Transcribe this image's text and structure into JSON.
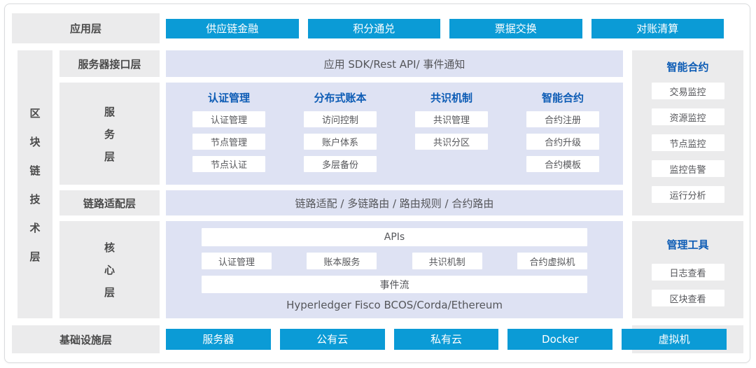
{
  "colors": {
    "accent_blue": "#0b9bd6",
    "header_blue": "#0d5cb5",
    "panel_gray": "#ebebec",
    "panel_lavender": "#dee2f3",
    "text_dark": "#4a4a4a"
  },
  "app_layer": {
    "label": "应用层",
    "buttons": [
      "供应链金融",
      "积分通兑",
      "票据交换",
      "对账清算"
    ]
  },
  "tech_layer": {
    "label": "区块链技术层",
    "rows": {
      "interface": {
        "label": "服务器接口层",
        "content": "应用 SDK/Rest API/ 事件通知"
      },
      "service": {
        "label": "服务层",
        "columns": [
          {
            "header": "认证管理",
            "items": [
              "认证管理",
              "节点管理",
              "节点认证"
            ]
          },
          {
            "header": "分布式账本",
            "items": [
              "访问控制",
              "账户体系",
              "多层备份"
            ]
          },
          {
            "header": "共识机制",
            "items": [
              "共识管理",
              "共识分区"
            ]
          },
          {
            "header": "智能合约",
            "items": [
              "合约注册",
              "合约升级",
              "合约模板"
            ]
          }
        ]
      },
      "link": {
        "label": "链路适配层",
        "content": "链路适配 / 多链路由 / 路由规则 / 合约路由"
      },
      "core": {
        "label": "核心层",
        "apis_bar": "APIs",
        "modules": [
          "认证管理",
          "账本服务",
          "共识机制",
          "合约虚拟机"
        ],
        "event_bar": "事件流",
        "platforms": "Hyperledger Fisco BCOS/Corda/Ethereum"
      }
    }
  },
  "right_column": {
    "monitor_panel": {
      "header": "智能合约",
      "items": [
        "交易监控",
        "资源监控",
        "节点监控",
        "监控告警",
        "运行分析"
      ]
    },
    "tools_panel": {
      "header": "管理工具",
      "items": [
        "日志查看",
        "区块查看"
      ]
    }
  },
  "infra_layer": {
    "label": "基础设施层",
    "buttons": [
      "服务器",
      "公有云",
      "私有云",
      "Docker",
      "虚拟机"
    ]
  }
}
